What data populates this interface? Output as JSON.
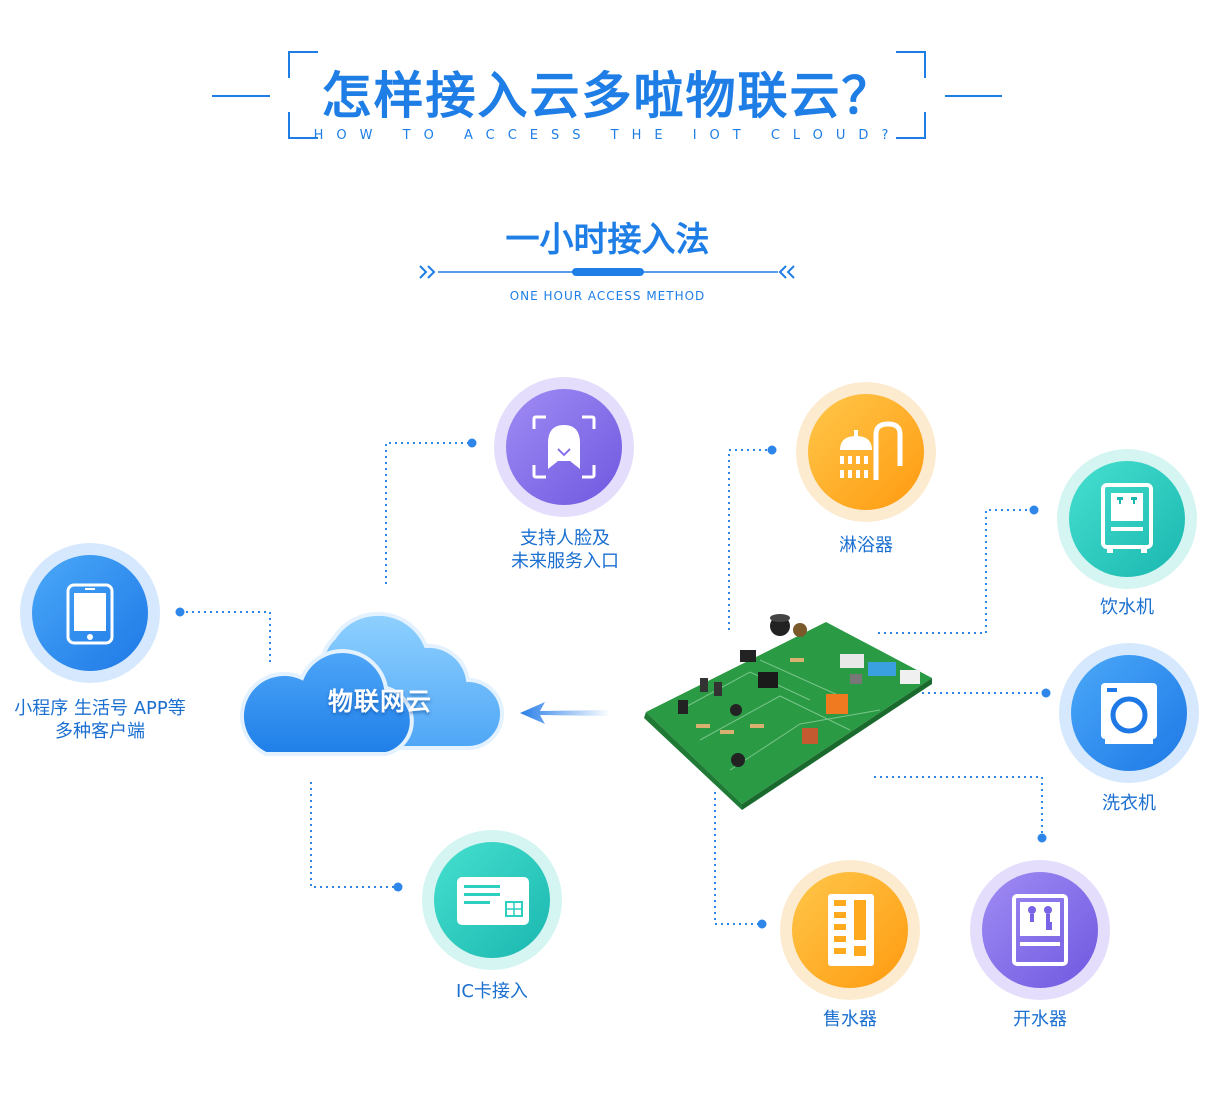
{
  "header": {
    "title": "怎样接入云多啦物联云？",
    "subtitle": "HOW TO ACCESS THE IOT CLOUD?"
  },
  "section": {
    "title": "一小时接入法",
    "subtitle": "ONE HOUR ACCESS METHOD"
  },
  "cloud": {
    "label": "物联网云"
  },
  "nodes": {
    "client": {
      "label_line1": "小程序  生活号  APP等",
      "label_line2": "多种客户端",
      "icon": "smartphone-icon"
    },
    "face": {
      "label_line1": "支持人脸及",
      "label_line2": "未来服务入口",
      "icon": "face-scan-icon"
    },
    "iccard": {
      "label": "IC卡接入",
      "icon": "ic-card-icon"
    },
    "shower": {
      "label": "淋浴器",
      "icon": "shower-icon"
    },
    "dispenser": {
      "label": "饮水机",
      "icon": "water-dispenser-icon"
    },
    "washer": {
      "label": "洗衣机",
      "icon": "washing-machine-icon"
    },
    "vending": {
      "label": "售水器",
      "icon": "water-vending-icon"
    },
    "boiler": {
      "label": "开水器",
      "icon": "water-boiler-icon"
    }
  },
  "colors": {
    "accent": "#1e7ee6",
    "blue": "#3a8ff0",
    "purple": "#8a72ea",
    "teal": "#2ccfc0",
    "orange": "#ffaa1e",
    "pcb": "#2a9a45"
  }
}
